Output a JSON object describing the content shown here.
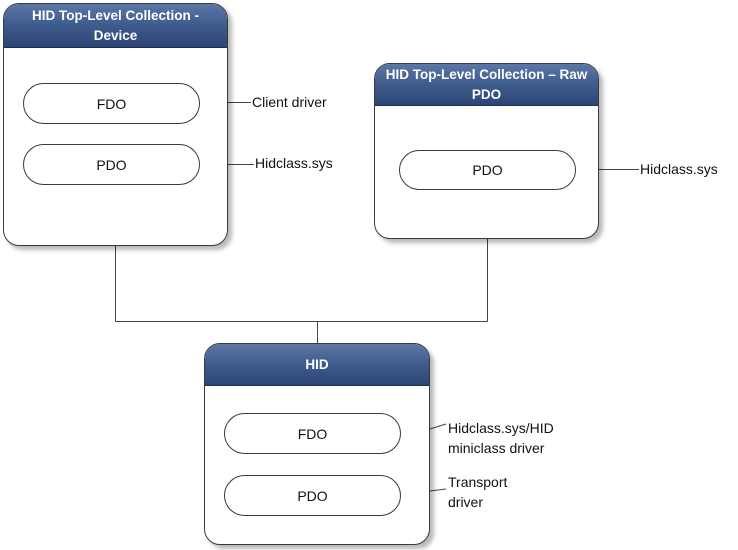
{
  "colors": {
    "header_top": "#5b77a6",
    "header_bottom": "#2c4575",
    "line": "#444444"
  },
  "collection_device": {
    "title_line1": "HID Top-Level Collection -",
    "title_line2": "Device",
    "fdo_label": "FDO",
    "pdo_label": "PDO",
    "fdo_annotation": "Client driver",
    "pdo_annotation": "Hidclass.sys"
  },
  "collection_raw": {
    "title_line1": "HID Top-Level Collection – Raw",
    "title_line2": "PDO",
    "pdo_label": "PDO",
    "pdo_annotation": "Hidclass.sys"
  },
  "hid": {
    "title": "HID",
    "fdo_label": "FDO",
    "pdo_label": "PDO",
    "fdo_annotation_line1": "Hidclass.sys/HID",
    "fdo_annotation_line2": "miniclass driver",
    "pdo_annotation_line1": "Transport",
    "pdo_annotation_line2": "driver"
  }
}
